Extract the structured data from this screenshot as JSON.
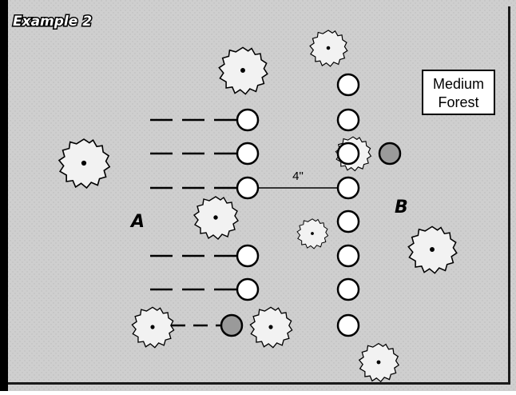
{
  "title": "Example 2",
  "legend": {
    "line1": "Medium",
    "line2": "Forest"
  },
  "labels": {
    "group_a": "A",
    "group_b": "B",
    "distance": "4\""
  },
  "colors": {
    "background": "#cfcfcf",
    "frame": "#000000",
    "title_text": "#ffffff",
    "model_fill": "#ffffff",
    "shaded_model_fill": "#9a9a9a",
    "tree_fill": "#f2f2f2"
  },
  "icons": {
    "tree": "tree-icon",
    "model": "model-base-icon"
  }
}
